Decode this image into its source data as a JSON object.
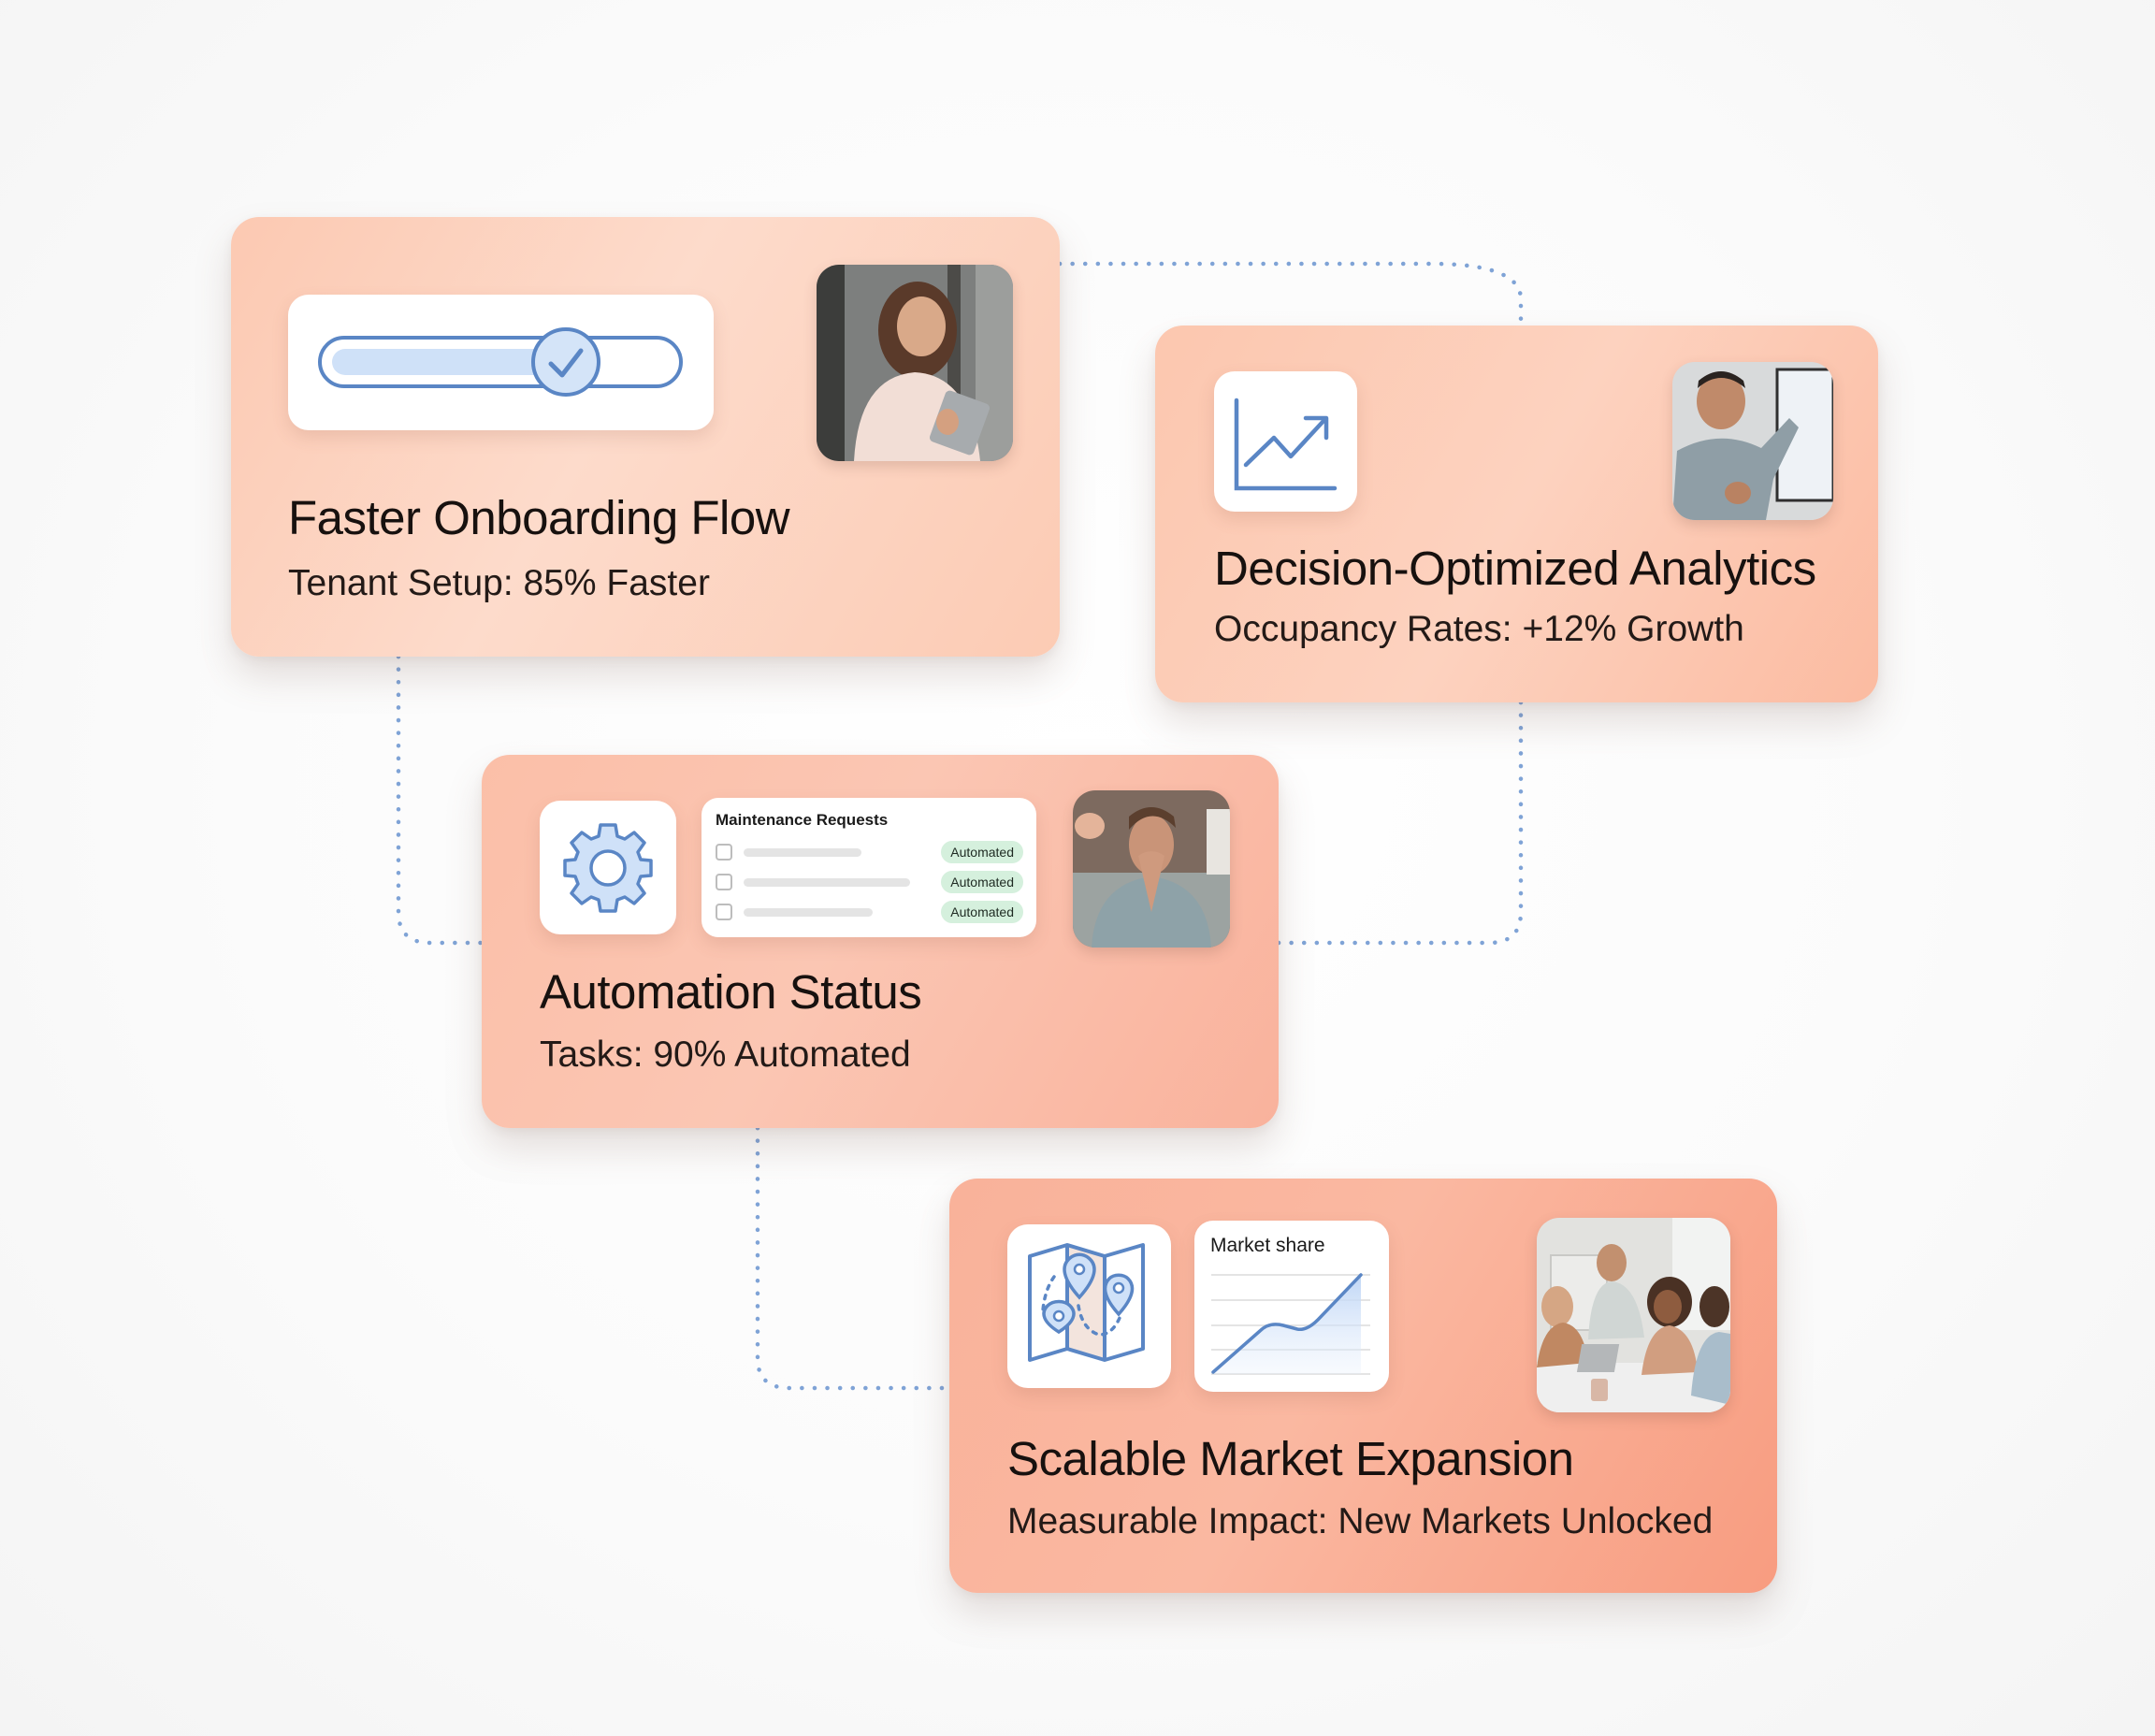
{
  "colors": {
    "connector": "#7FA3D6",
    "icon_stroke": "#5A86C5",
    "icon_fill": "#CFE1F8",
    "badge_bg": "#D5F0DD",
    "card_peach_light": "#FDDBCB",
    "card_coral": "#F89C80"
  },
  "cards": [
    {
      "id": "onboarding",
      "title": "Faster Onboarding Flow",
      "subtitle": "Tenant Setup: 85% Faster",
      "widget": {
        "type": "progress-bar",
        "icon": "check-icon",
        "progress_percent": 85
      },
      "photo": "woman-using-tablet-photo"
    },
    {
      "id": "analytics",
      "title": "Decision-Optimized Analytics",
      "subtitle": "Occupancy Rates: +12% Growth",
      "widget": {
        "type": "icon",
        "icon": "trending-up-chart-icon"
      },
      "photo": "man-presenting-whiteboard-photo"
    },
    {
      "id": "automation",
      "title": "Automation Status",
      "subtitle": "Tasks: 90% Automated",
      "widget": {
        "type": "maintenance-list",
        "icon": "gear-icon",
        "list_title": "Maintenance Requests",
        "rows": [
          {
            "status": "Automated"
          },
          {
            "status": "Automated"
          },
          {
            "status": "Automated"
          }
        ]
      },
      "photo": "stressed-man-photo"
    },
    {
      "id": "expansion",
      "title": "Scalable Market Expansion",
      "subtitle": "Measurable Impact: New Markets Unlocked",
      "widget": {
        "type": "map-and-chart",
        "icon": "map-pins-icon",
        "chart_title": "Market share"
      },
      "photo": "team-meeting-photo"
    }
  ]
}
